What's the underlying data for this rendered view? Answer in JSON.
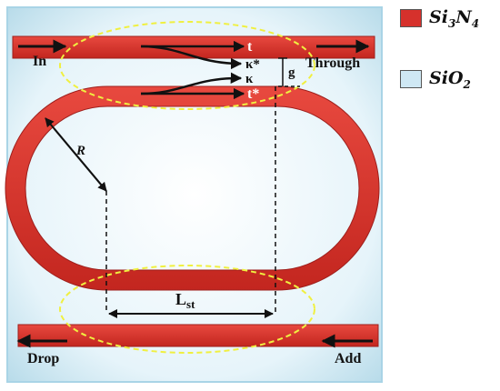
{
  "labels": {
    "in": "In",
    "through": "Through",
    "drop": "Drop",
    "add": "Add",
    "radius": "R",
    "gap": "g",
    "t": "t",
    "kappa_star": "κ*",
    "kappa": "κ",
    "t_star": "t*",
    "lst_main": "L",
    "lst_sub": "st"
  },
  "legend": [
    {
      "base": "Si",
      "sub1": "3",
      "mid": "N",
      "sub2": "4",
      "color": "#d6312c"
    },
    {
      "base": "SiO",
      "sub1": "2",
      "mid": "",
      "sub2": "",
      "color": "#cfe8f4"
    }
  ],
  "colors": {
    "waveguide": "#d6312c",
    "waveguide_edge": "#9e1f1c",
    "cladding": "#d4ecf6",
    "cladding_edge": "#9fd0e6",
    "highlight": "#f0f040",
    "arrow": "#111111"
  }
}
